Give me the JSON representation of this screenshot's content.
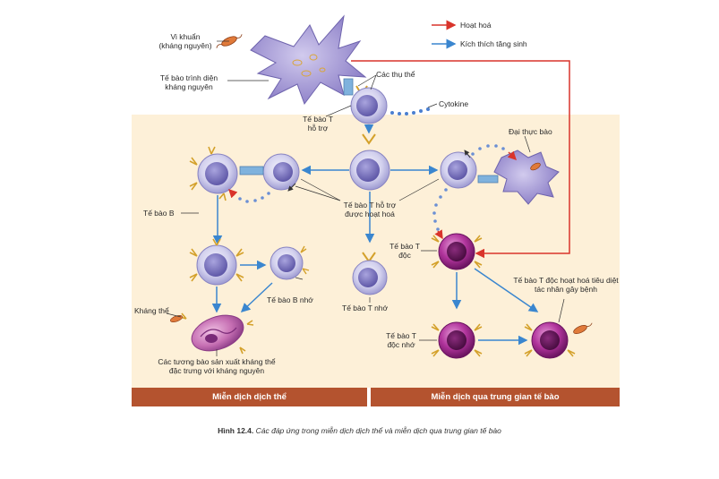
{
  "legend": {
    "activation": "Hoạt hoá",
    "proliferation": "Kích thích tăng sinh",
    "activation_color": "#d9342b",
    "proliferation_color": "#3a86cf"
  },
  "labels": {
    "bacteria": [
      "Vi khuẩn",
      "(kháng nguyên)"
    ],
    "apc": [
      "Tế bào trình diện",
      "kháng nguyên"
    ],
    "receptors": "Các thụ thể",
    "cytokine": "Cytokine",
    "helper_t": [
      "Tế bào T",
      "hỗ trợ"
    ],
    "macrophage": "Đại thực bào",
    "b_cell": "Tế bào B",
    "activated_helper": [
      "Tế bào T hỗ trợ",
      "được hoạt hoá"
    ],
    "cytotoxic_t": [
      "Tế bào T",
      "độc"
    ],
    "memory_b": "Tế bào B nhớ",
    "memory_t": "Tế bào T nhớ",
    "antibody": "Kháng thể",
    "active_cytotoxic": [
      "Tế bào T độc hoạt hoá tiêu diệt",
      "tác nhân gây bệnh"
    ],
    "plasma_cell": [
      "Các tương bào sản xuất kháng thể",
      "đặc trưng với kháng nguyên"
    ],
    "memory_cytotoxic": [
      "Tế bào T",
      "độc nhớ"
    ]
  },
  "banners": {
    "humoral": "Miễn dịch dịch thể",
    "cell_mediated": "Miễn dịch qua trung gian tế bào"
  },
  "caption": {
    "number": "Hình 12.4.",
    "text": "Các đáp ứng trong miễn dịch dịch thể và miễn dịch qua trung gian tế bào"
  },
  "colors": {
    "panel_bg": "#fdf0d8",
    "banner_bg": "#b4532f",
    "cell_lavender": "#c9c8ea",
    "cell_magenta": "#b0329a",
    "apc_purple": "#9a8fcf"
  }
}
